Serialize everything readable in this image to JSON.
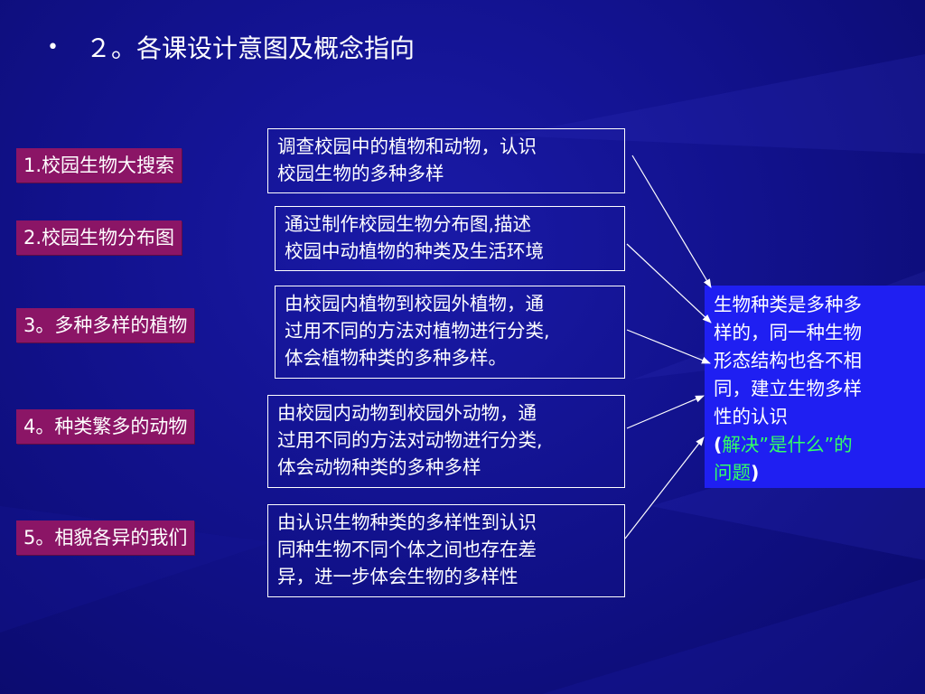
{
  "slide": {
    "bullet": "•",
    "title": "２。各课设计意图及概念指向"
  },
  "lessons": [
    {
      "label": "1.校园生物大搜索"
    },
    {
      "label": "2.校园生物分布图"
    },
    {
      "label": "3。多种多样的植物"
    },
    {
      "label": "4。种类繁多的动物"
    },
    {
      "label": "5。相貌各异的我们"
    }
  ],
  "descriptions": [
    {
      "lines": [
        "调查校园中的植物和动物，认识",
        "校园生物的多种多样"
      ]
    },
    {
      "lines": [
        "通过制作校园生物分布图,描述",
        "校园中动植物的种类及生活环境"
      ]
    },
    {
      "lines": [
        "由校园内植物到校园外植物，通",
        "过用不同的方法对植物进行分类,",
        "体会植物种类的多种多样。"
      ]
    },
    {
      "lines": [
        "由校园内动物到校园外动物，通",
        "过用不同的方法对动物进行分类,",
        "体会动物种类的多种多样"
      ]
    },
    {
      "lines": [
        "由认识生物种类的多样性到认识",
        "同种生物不同个体之间也存在差",
        "异，进一步体会生物的多样性"
      ]
    }
  ],
  "concept": {
    "lines": [
      "生物种类是多种多",
      "样的，同一种生物",
      "形态结构也各不相",
      "同，建立生物多样",
      "性的认识"
    ],
    "paren_open": "(",
    "note_line1": "解决”是什么”的",
    "note_line2": "问题",
    "paren_close": ")"
  },
  "colors": {
    "background": "#12128e",
    "lesson_box": "#8b1566",
    "concept_box": "#1f1ff2",
    "note_text": "#33ff66"
  }
}
